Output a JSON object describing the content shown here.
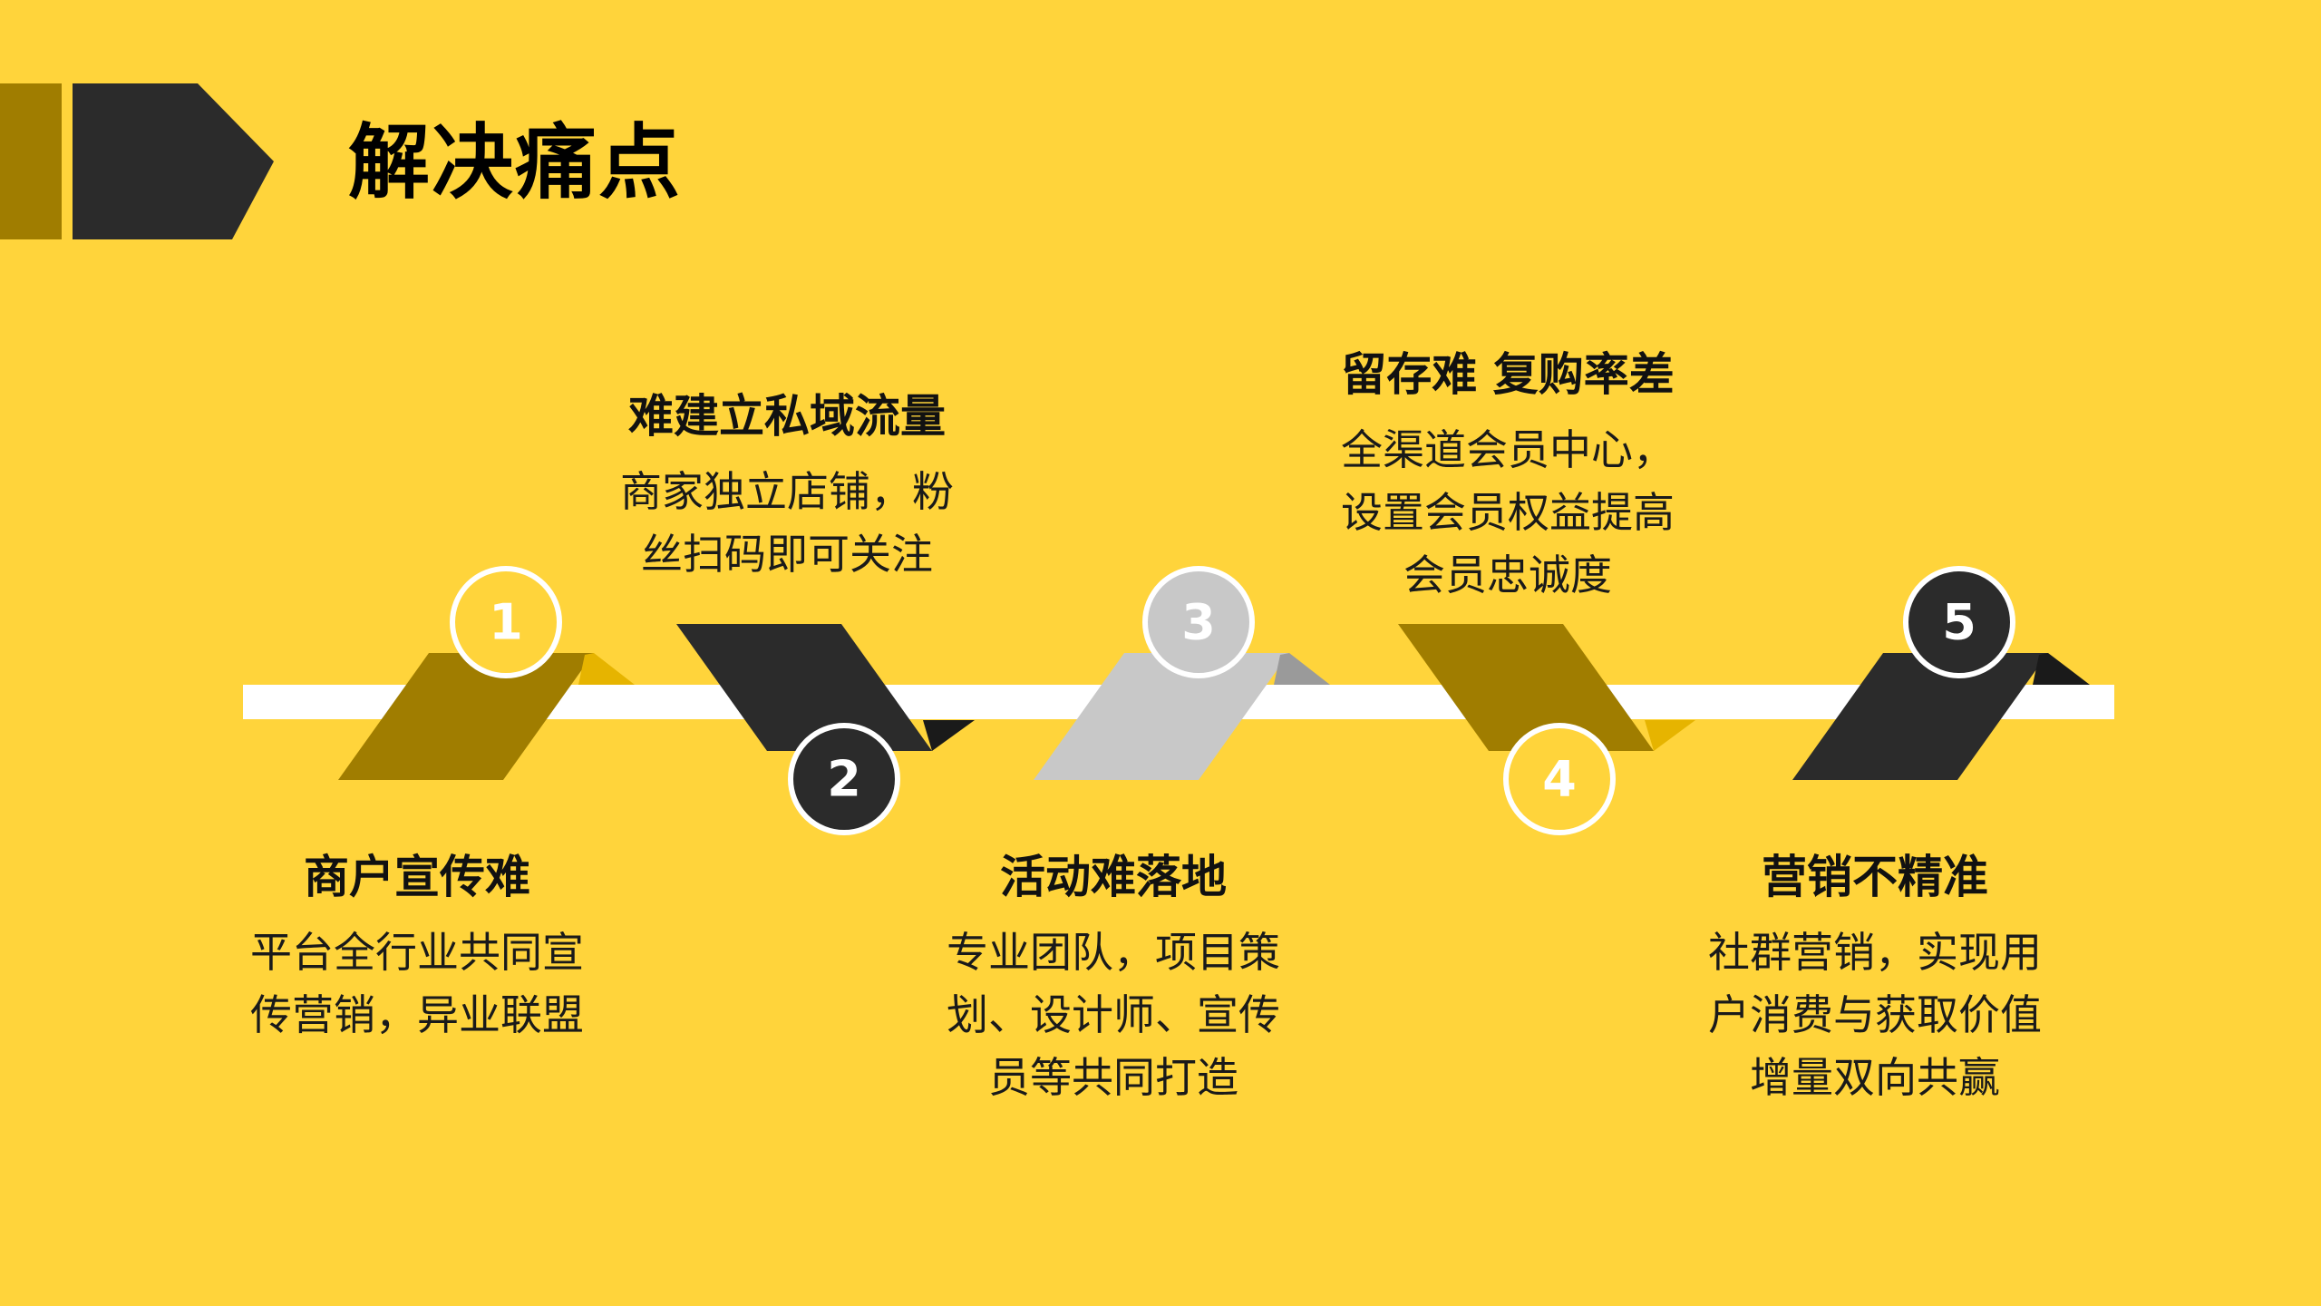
{
  "title": "解决痛点",
  "colors": {
    "background": "#FFD43B",
    "dark": "#2B2B2B",
    "olive": "#A07D00",
    "gray": "#C8C8C8",
    "line": "#FFFFFF"
  },
  "steps": [
    {
      "number": "1",
      "title": "商户宣传难",
      "desc_lines": [
        "平台全行业共同宣",
        "传营销，异业联盟"
      ]
    },
    {
      "number": "2",
      "title": "难建立私域流量",
      "desc_lines": [
        "商家独立店铺，粉",
        "丝扫码即可关注"
      ]
    },
    {
      "number": "3",
      "title": "活动难落地",
      "desc_lines": [
        "专业团队，项目策",
        "划、设计师、宣传",
        "员等共同打造"
      ]
    },
    {
      "number": "4",
      "title": "留存难 复购率差",
      "desc_lines": [
        "全渠道会员中心，",
        "设置会员权益提高",
        "会员忠诚度"
      ]
    },
    {
      "number": "5",
      "title": "营销不精准",
      "desc_lines": [
        "社群营销，实现用",
        "户消费与获取价值",
        "增量双向共赢"
      ]
    }
  ]
}
